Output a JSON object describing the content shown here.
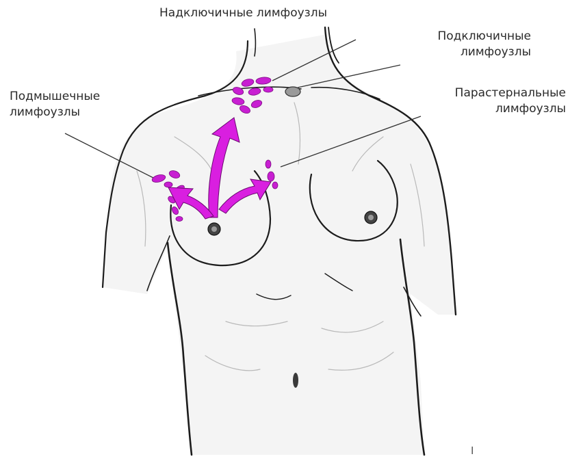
{
  "labels": {
    "supraclavicular": "Надключичные лимфоузлы",
    "subclavian": [
      "Подключичные",
      "лимфоузлы"
    ],
    "axillary": [
      "Подмышечные",
      "лимфоузлы"
    ],
    "parasternal": [
      "Парастернальные",
      "лимфоузлы"
    ],
    "corner_mark": "I"
  },
  "colors": {
    "lymph_node": "#c81fd2",
    "flow_arrow": "#d91fe0",
    "outline": "#1c1c1c"
  }
}
